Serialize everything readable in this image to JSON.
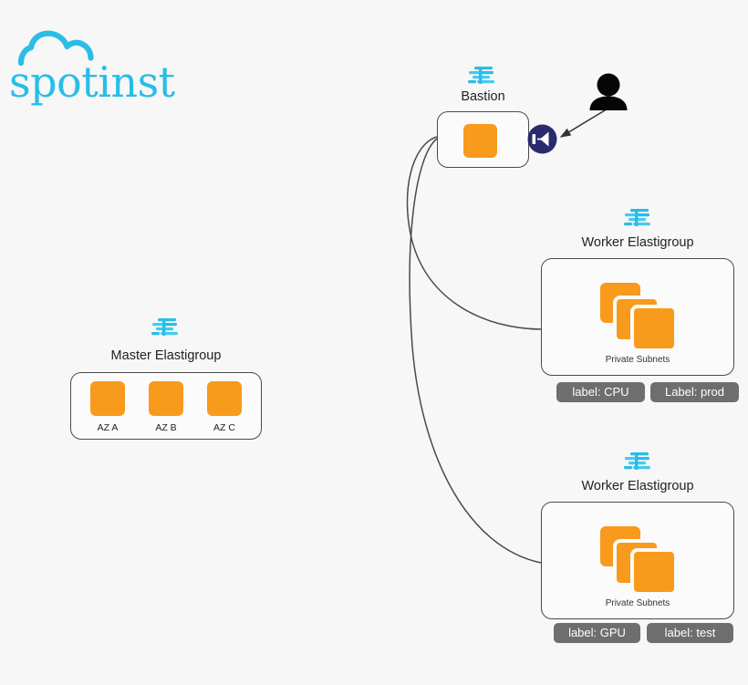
{
  "diagram": {
    "background_color": "#f7f7f7",
    "accent_orange": "#F89A1C",
    "accent_cyan": "#29BDE8",
    "chip_gray": "#6E6E6E",
    "gateway_navy": "#2A2A6E"
  },
  "logo": {
    "name": "spotinst-logo",
    "wordmark": "spotinst",
    "cloud_icon": "cloud-icon",
    "color": "#29BDE8"
  },
  "bastion": {
    "icon": "elastigroup-icon",
    "title": "Bastion",
    "instance_count": 1
  },
  "gateway": {
    "icon": "internet-gateway-icon"
  },
  "user": {
    "icon": "user-icon"
  },
  "master": {
    "icon": "elastigroup-icon",
    "title": "Master Elastigroup",
    "azs": [
      {
        "label": "AZ A"
      },
      {
        "label": "AZ B"
      },
      {
        "label": "AZ C"
      }
    ]
  },
  "workers": [
    {
      "icon": "elastigroup-icon",
      "title": "Worker Elastigroup",
      "subnet_label": "Private Subnets",
      "stack_icon": "stacked-instances-icon",
      "chips": [
        {
          "text": "label: CPU"
        },
        {
          "text": "Label: prod"
        }
      ]
    },
    {
      "icon": "elastigroup-icon",
      "title": "Worker Elastigroup",
      "subnet_label": "Private Subnets",
      "stack_icon": "stacked-instances-icon",
      "chips": [
        {
          "text": "label: GPU"
        },
        {
          "text": "label: test"
        }
      ]
    }
  ]
}
